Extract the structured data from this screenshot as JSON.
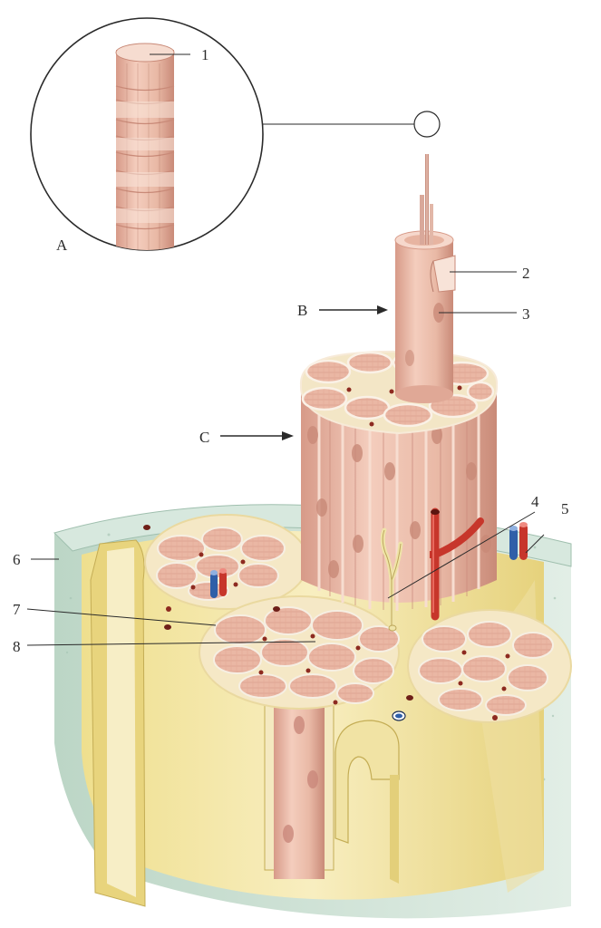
{
  "labels": {
    "n1": "1",
    "n2": "2",
    "n3": "3",
    "n4": "4",
    "n5": "5",
    "n6": "6",
    "n7": "7",
    "n8": "8",
    "A": "A",
    "B": "B",
    "C": "C"
  },
  "colors": {
    "fiber": "#e9b9a6",
    "fiber_dark": "#d79a88",
    "fiber_light": "#f6d8cc",
    "nucleus": "#c9877a",
    "fascicle_bg": "#f3e6c4",
    "epimysium": "#f4eaa8",
    "sheath": "#cfe2d8",
    "artery": "#c7362b",
    "vein": "#2f5fa8",
    "nerve": "#efe4a8"
  }
}
